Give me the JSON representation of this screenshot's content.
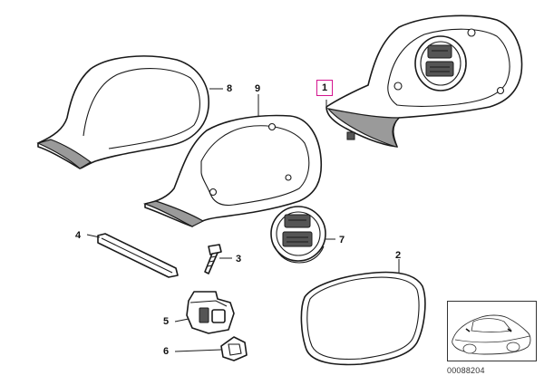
{
  "diagram": {
    "diagram_id": "00088204",
    "parts": [
      {
        "label": "1",
        "name": "mirror-base-housing",
        "highlighted": true
      },
      {
        "label": "2",
        "name": "mirror-glass",
        "highlighted": false
      },
      {
        "label": "3",
        "name": "screw",
        "highlighted": false
      },
      {
        "label": "4",
        "name": "seal-strip",
        "highlighted": false
      },
      {
        "label": "5",
        "name": "clip",
        "highlighted": false
      },
      {
        "label": "6",
        "name": "cap-nut",
        "highlighted": false
      },
      {
        "label": "7",
        "name": "adjustment-motor",
        "highlighted": false
      },
      {
        "label": "8",
        "name": "outer-cover",
        "highlighted": false
      },
      {
        "label": "9",
        "name": "mirror-frame",
        "highlighted": false
      }
    ],
    "highlight_color": "#d4148f"
  }
}
